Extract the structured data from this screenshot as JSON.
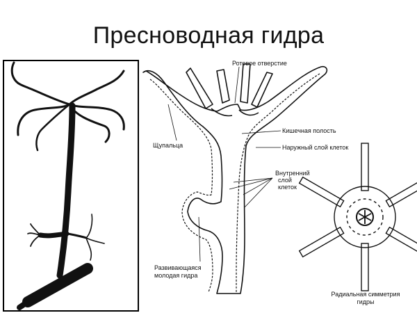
{
  "title": "Пресноводная гидра",
  "labels": {
    "mouth": "Ротовое отверстие",
    "tentacles": "Щупальца",
    "gut": "Кишечная полость",
    "outer": "Наружный слой клеток",
    "inner_1": "Внутренний",
    "inner_2": "слой",
    "inner_3": "клеток",
    "bud_1": "Развивающаяся",
    "bud_2": "молодая гидра",
    "symmetry_1": "Радиальная симметрия",
    "symmetry_2": "гидры"
  },
  "colors": {
    "ink": "#111111",
    "background": "#ffffff"
  }
}
